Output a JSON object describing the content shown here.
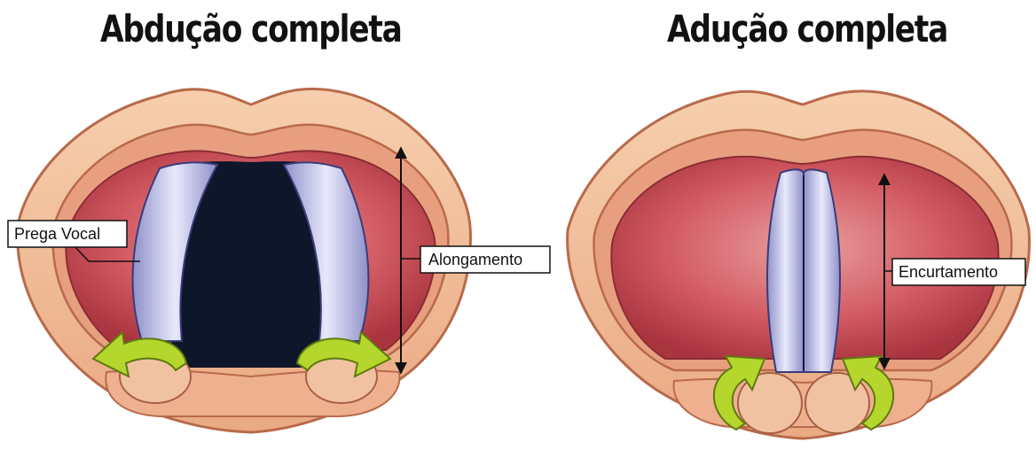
{
  "panels": {
    "left": {
      "title": "Abdução completa",
      "labels": {
        "vocal_fold": "Prega Vocal",
        "lengthening": "Alongamento"
      }
    },
    "right": {
      "title": "Adução completa",
      "labels": {
        "shortening": "Encurtamento"
      }
    }
  },
  "colors": {
    "skin": "#f1b891",
    "tissue_red": "#d25a62",
    "vocal_fold": "#c4c6ec",
    "glottis": "#0e1729",
    "arrow_green": "#b5d62c"
  }
}
